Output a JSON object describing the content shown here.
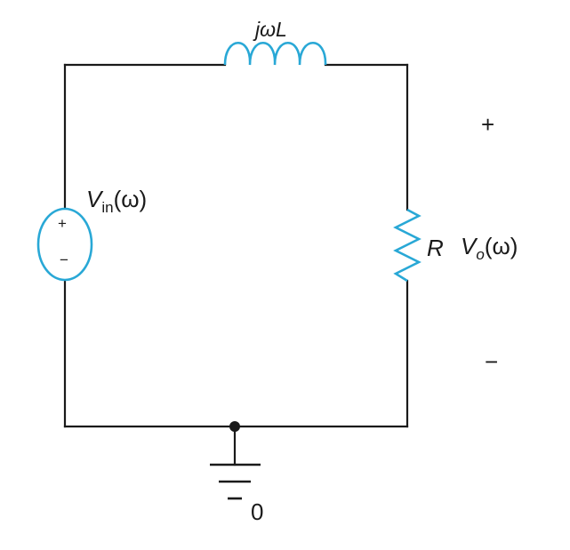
{
  "colors": {
    "wire": "#1a1a1a",
    "component": "#29a8d6"
  },
  "inductor": {
    "label_j": "j",
    "label_omega": "ω",
    "label_L": "L"
  },
  "source": {
    "label_V": "V",
    "label_sub": "in",
    "label_arg": "(ω)",
    "plus": "+",
    "minus": "−"
  },
  "resistor": {
    "label": "R"
  },
  "output": {
    "label_V": "V",
    "label_sub": "o",
    "label_arg": "(ω)",
    "plus": "+",
    "minus": "−"
  },
  "ground": {
    "label": "0"
  }
}
